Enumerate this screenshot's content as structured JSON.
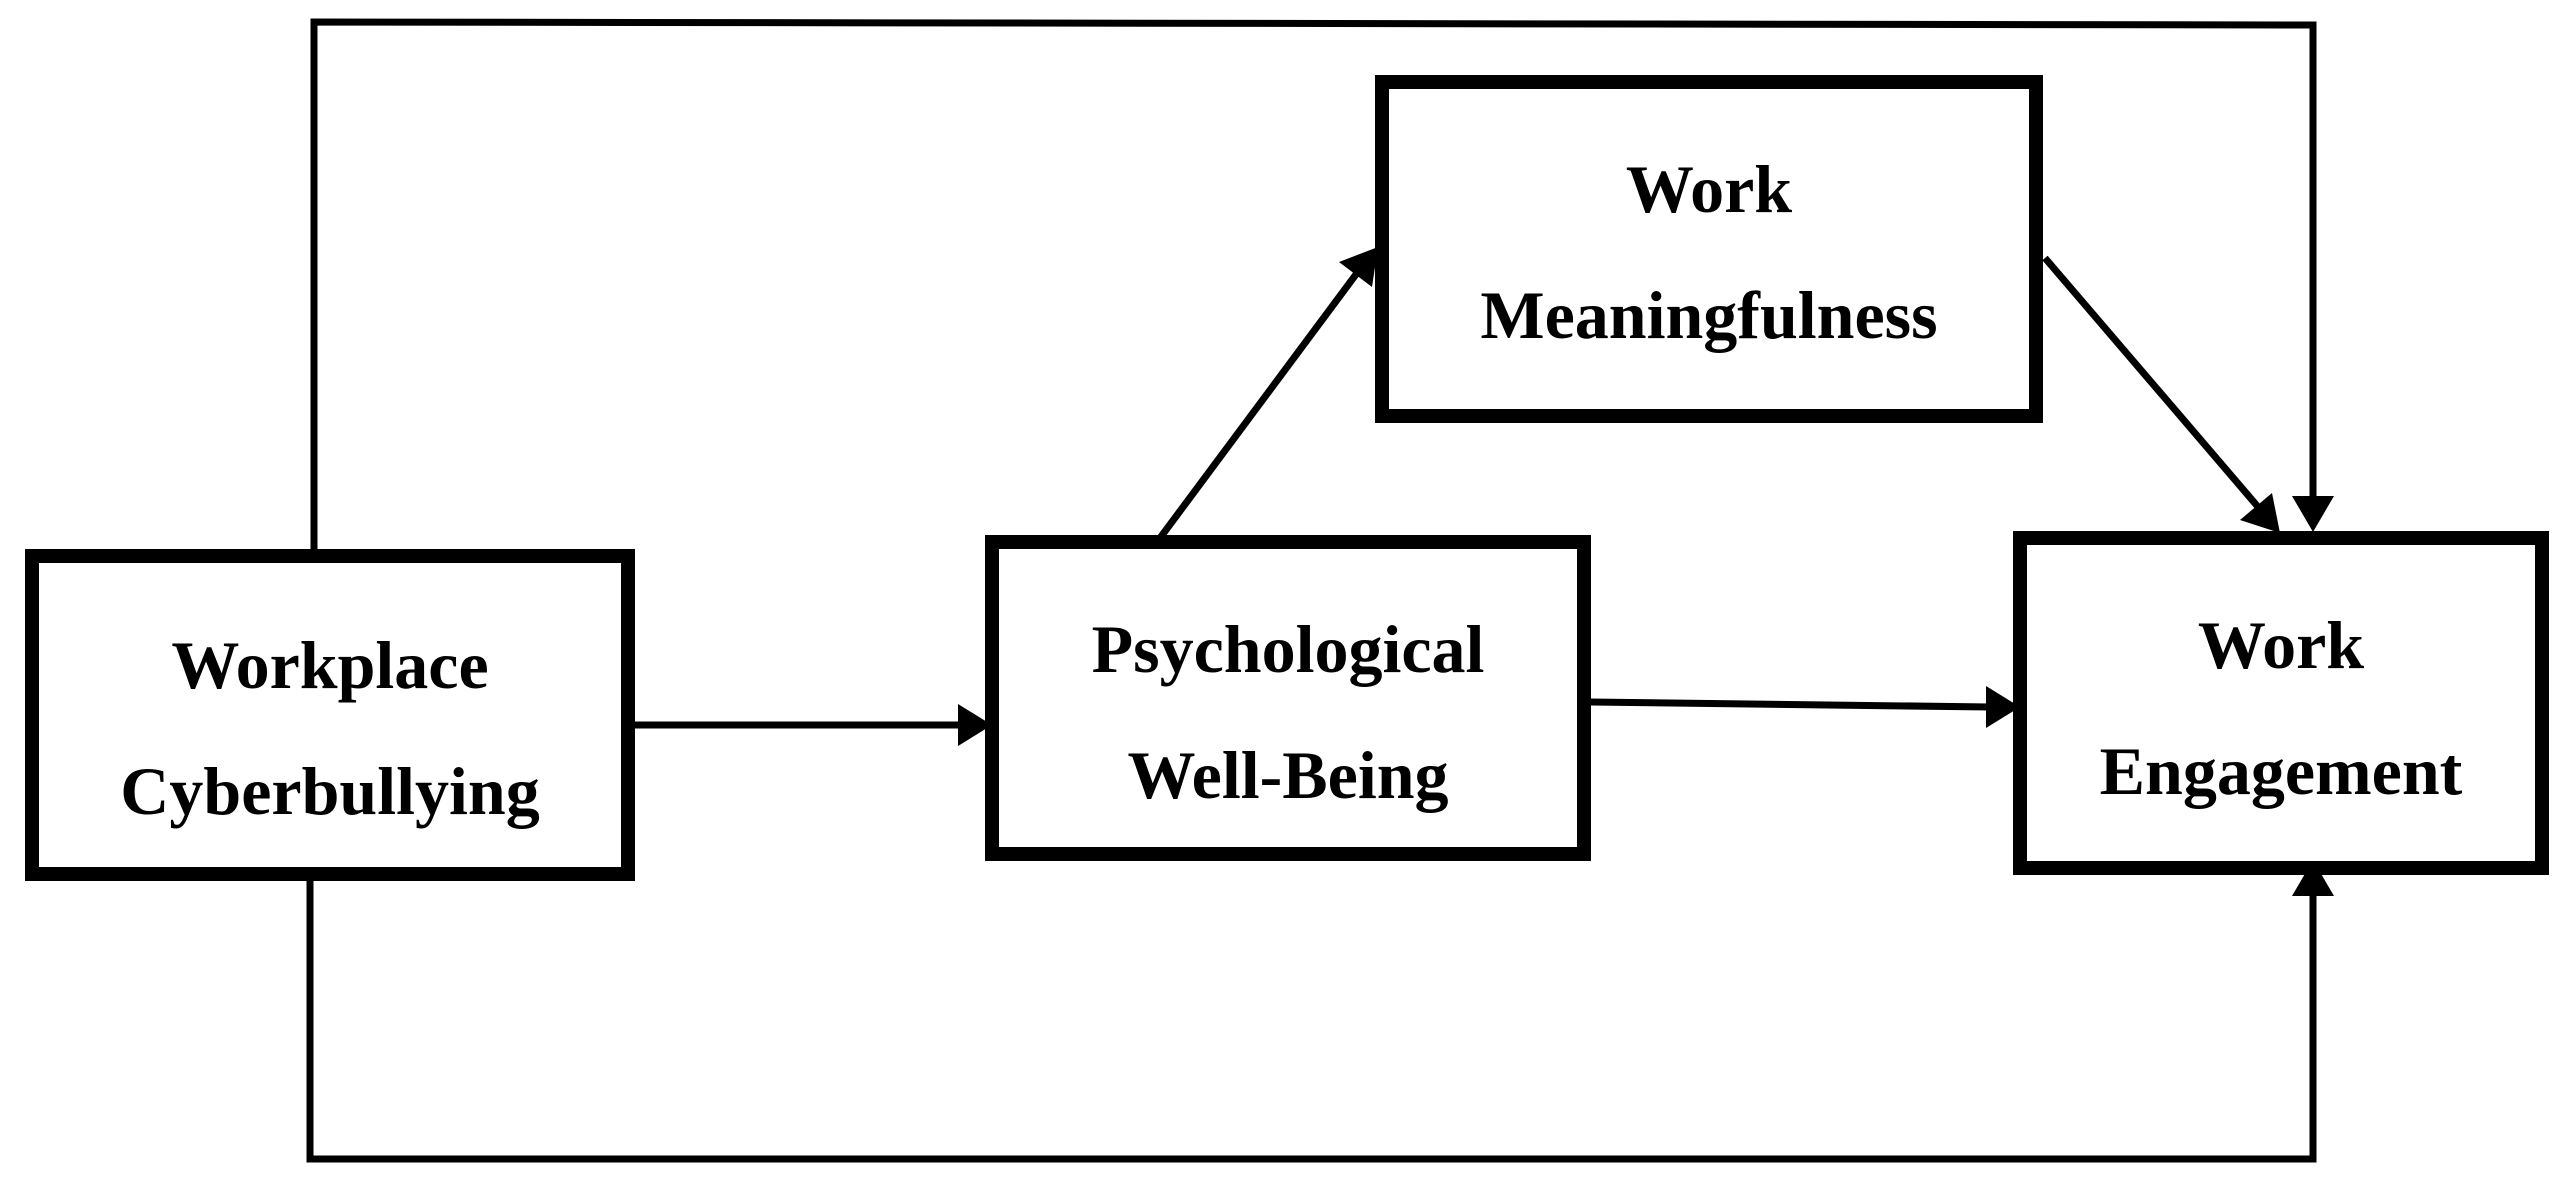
{
  "diagram": {
    "nodes": [
      {
        "id": "workplace-cyberbullying",
        "lines": [
          "Workplace",
          "Cyberbullying"
        ]
      },
      {
        "id": "psychological-well-being",
        "lines": [
          "Psychological",
          "Well-Being"
        ]
      },
      {
        "id": "work-meaningfulness",
        "lines": [
          "Work",
          "Meaningfulness"
        ]
      },
      {
        "id": "work-engagement",
        "lines": [
          "Work",
          "Engagement"
        ]
      }
    ],
    "edges": [
      {
        "from": "workplace-cyberbullying",
        "to": "psychological-well-being"
      },
      {
        "from": "psychological-well-being",
        "to": "work-meaningfulness"
      },
      {
        "from": "work-meaningfulness",
        "to": "work-engagement"
      },
      {
        "from": "psychological-well-being",
        "to": "work-engagement"
      },
      {
        "from": "workplace-cyberbullying",
        "to": "work-engagement",
        "route": "over-top"
      },
      {
        "from": "workplace-cyberbullying",
        "to": "work-engagement",
        "route": "under-bottom"
      }
    ],
    "colors": {
      "stroke": "#000000",
      "background": "#ffffff"
    }
  }
}
